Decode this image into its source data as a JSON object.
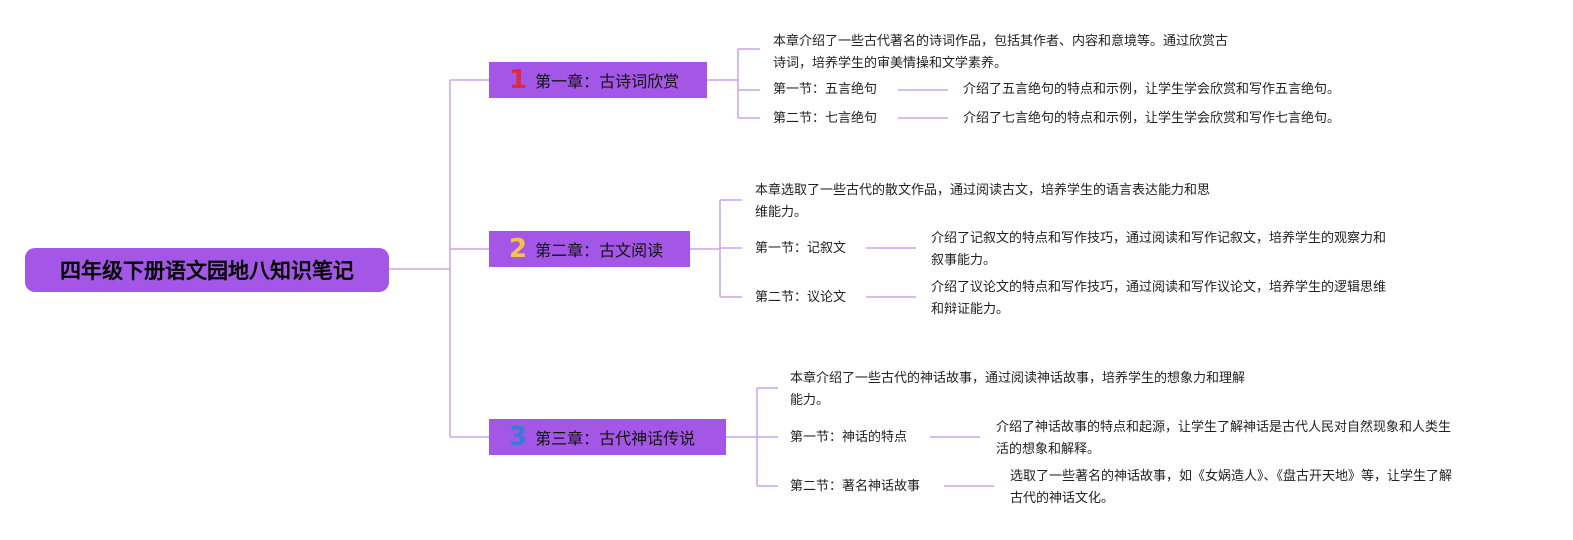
{
  "root": {
    "title": "四年级下册语文园地八知识笔记"
  },
  "colors": {
    "node": "#a457e6",
    "line": "#c9a6e8",
    "num1": "#e02b3c",
    "num2": "#f2c14e",
    "num3": "#3a7bd5"
  },
  "chapters": [
    {
      "number": "1",
      "title": "第一章：古诗词欣赏",
      "intro": [
        "本章介绍了一些古代著名的诗词作品，包括其作者、内容和意境等。通过欣赏古",
        "诗词，培养学生的审美情操和文学素养。"
      ],
      "sections": [
        {
          "label": "第一节：五言绝句",
          "desc": [
            "介绍了五言绝句的特点和示例，让学生学会欣赏和写作五言绝句。"
          ]
        },
        {
          "label": "第二节：七言绝句",
          "desc": [
            "介绍了七言绝句的特点和示例，让学生学会欣赏和写作七言绝句。"
          ]
        }
      ]
    },
    {
      "number": "2",
      "title": "第二章：古文阅读",
      "intro": [
        "本章选取了一些古代的散文作品，通过阅读古文，培养学生的语言表达能力和思",
        "维能力。"
      ],
      "sections": [
        {
          "label": "第一节：记叙文",
          "desc": [
            "介绍了记叙文的特点和写作技巧，通过阅读和写作记叙文，培养学生的观察力和",
            "叙事能力。"
          ]
        },
        {
          "label": "第二节：议论文",
          "desc": [
            "介绍了议论文的特点和写作技巧，通过阅读和写作议论文，培养学生的逻辑思维",
            "和辩证能力。"
          ]
        }
      ]
    },
    {
      "number": "3",
      "title": "第三章：古代神话传说",
      "intro": [
        "本章介绍了一些古代的神话故事，通过阅读神话故事，培养学生的想象力和理解",
        "能力。"
      ],
      "sections": [
        {
          "label": "第一节：神话的特点",
          "desc": [
            "介绍了神话故事的特点和起源，让学生了解神话是古代人民对自然现象和人类生",
            "活的想象和解释。"
          ]
        },
        {
          "label": "第二节：著名神话故事",
          "desc": [
            "选取了一些著名的神话故事，如《女娲造人》、《盘古开天地》等，让学生了解",
            "古代的神话文化。"
          ]
        }
      ]
    }
  ]
}
